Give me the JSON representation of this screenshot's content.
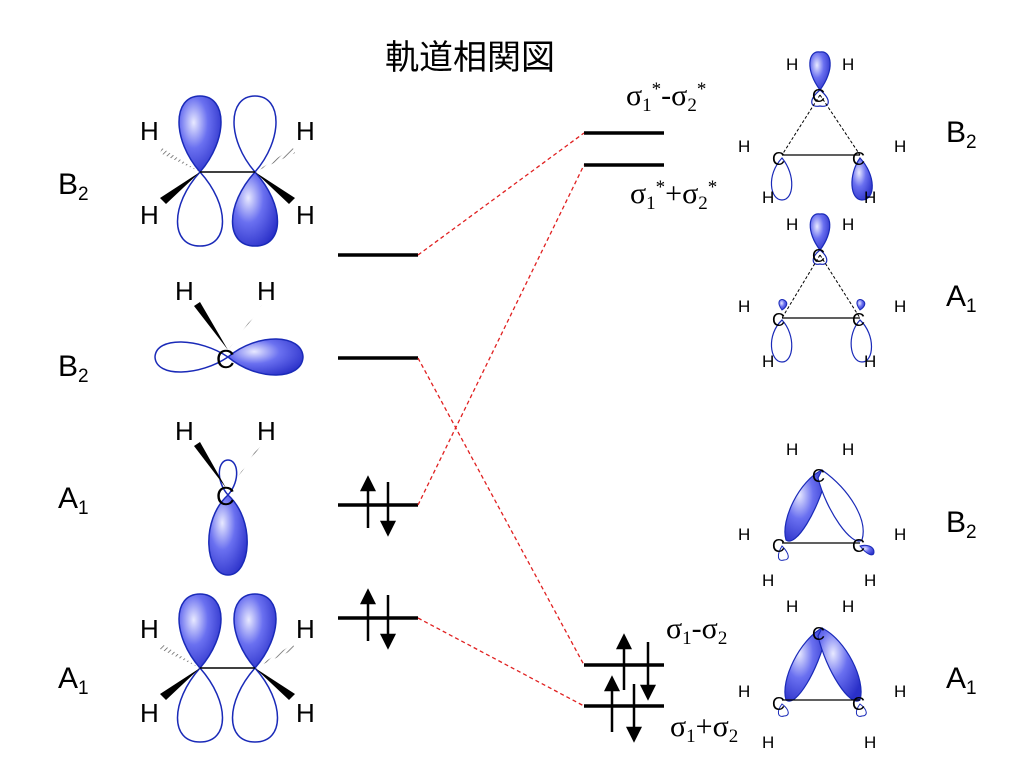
{
  "title": "軌道相関図",
  "left_levels": [
    {
      "symmetry": "B",
      "sub": "2"
    },
    {
      "symmetry": "B",
      "sub": "2"
    },
    {
      "symmetry": "A",
      "sub": "1"
    },
    {
      "symmetry": "A",
      "sub": "1"
    }
  ],
  "right_levels": [
    {
      "symmetry": "B",
      "sub": "2"
    },
    {
      "symmetry": "A",
      "sub": "1"
    },
    {
      "symmetry": "B",
      "sub": "2"
    },
    {
      "symmetry": "A",
      "sub": "1"
    }
  ],
  "mo_labels": {
    "sigma_star_minus": {
      "a": "σ",
      "a_sub": "1",
      "a_sup": "*",
      "op": "-",
      "b": "σ",
      "b_sub": "2",
      "b_sup": "*"
    },
    "sigma_star_plus": {
      "a": "σ",
      "a_sub": "1",
      "a_sup": "*",
      "op": "+",
      "b": "σ",
      "b_sub": "2",
      "b_sup": "*"
    },
    "sigma_minus": {
      "a": "σ",
      "a_sub": "1",
      "op": "-",
      "b": "σ",
      "b_sub": "2"
    },
    "sigma_plus": {
      "a": "σ",
      "a_sub": "1",
      "op": "+",
      "b": "σ",
      "b_sub": "2"
    }
  },
  "atoms": {
    "h": "H",
    "c": "C"
  },
  "colors": {
    "lobe_fill": "#4a50e0",
    "lobe_outline": "#1a2ab8",
    "level_line": "#000000",
    "correlation_line": "#e02020"
  },
  "icons": {
    "spin_up": "arrow-up-icon",
    "spin_down": "arrow-down-icon"
  }
}
